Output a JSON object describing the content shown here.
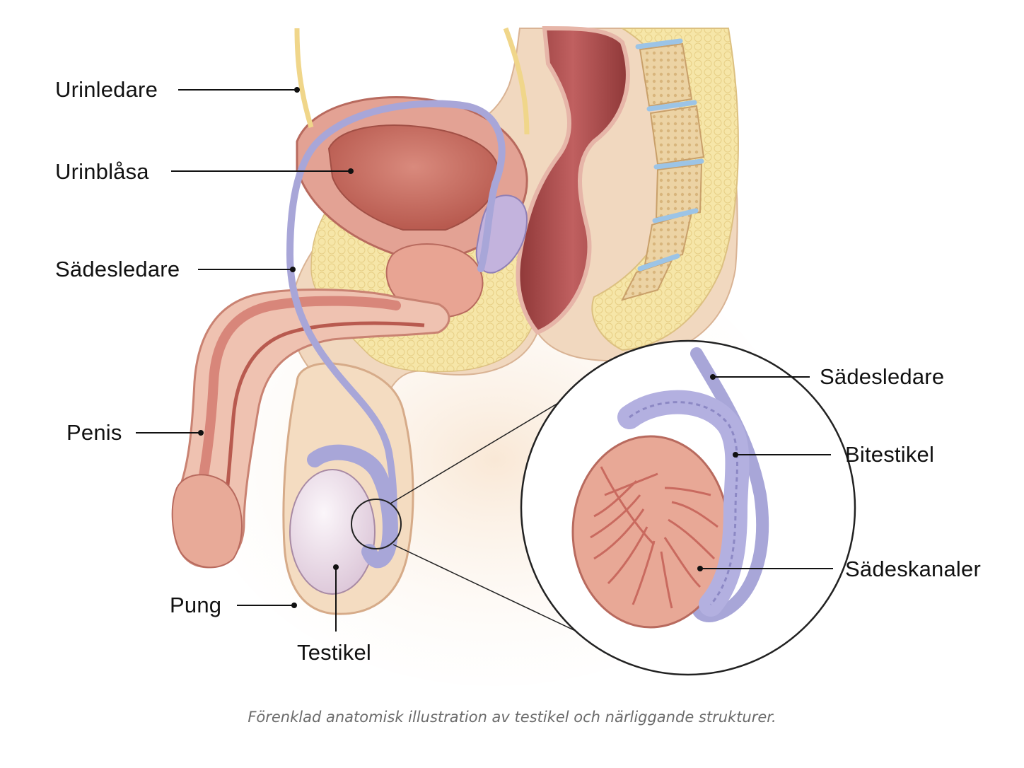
{
  "labels": {
    "ureter": "Urinledare",
    "bladder": "Urinblåsa",
    "vas_deferens_left": "Sädesledare",
    "penis": "Penis",
    "scrotum": "Pung",
    "testis": "Testikel",
    "vas_deferens_right": "Sädesledare",
    "epididymis": "Bitestikel",
    "seminiferous_tubules": "Sädeskanaler"
  },
  "caption": "Förenklad anatomisk illustration av testikel och närliggande strukturer.",
  "colors": {
    "skin": "#f3dcc4",
    "fat": "#f6e6a8",
    "muscle": "#c96a5f",
    "bladder_inner": "#c46a5e",
    "rectum": "#a84848",
    "duct": "#a8a6d8",
    "ureter": "#f0d68a",
    "testis": "#ece0ea",
    "tubules": "#e49a8e",
    "leader": "#111111"
  }
}
